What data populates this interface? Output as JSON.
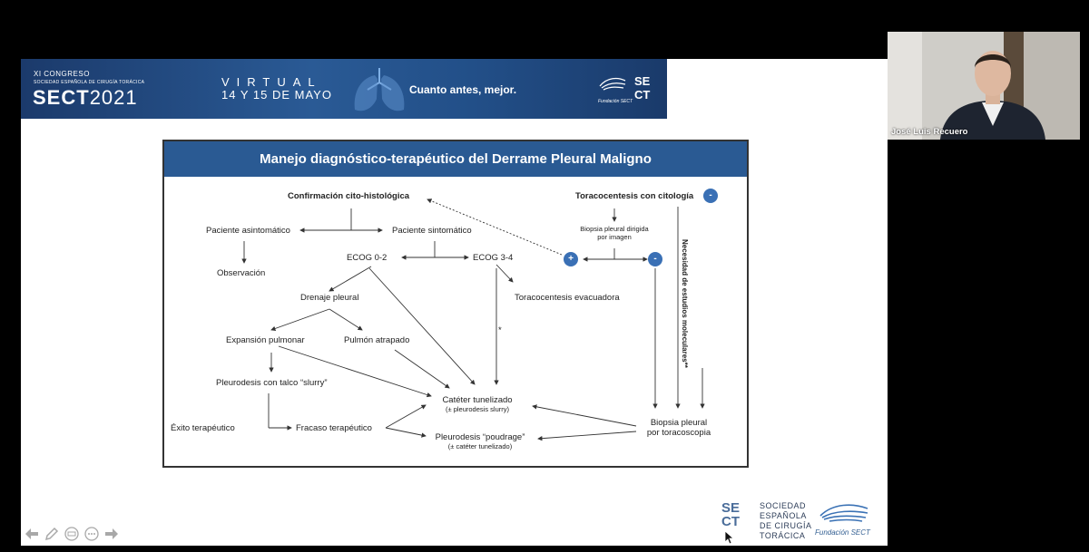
{
  "banner": {
    "line1": "XI CONGRESO",
    "line2": "SOCIEDAD ESPAÑOLA DE CIRUGÍA TORÁCICA",
    "sect": "SECT",
    "year": "2021",
    "virtual": "VIRTUAL",
    "dates": "14 Y 15 DE MAYO",
    "slogan": "Cuanto antes, mejor.",
    "logo_top": "SE",
    "logo_bottom": "CT",
    "fund": "Fundación SECT"
  },
  "figure": {
    "title": "Manejo diagnóstico-terapéutico del Derrame Pleural Maligno",
    "nodes": {
      "confirmacion": "Confirmación cito-histológica",
      "toracocentesis_citologia": "Toracocentesis con citología",
      "asintomatico": "Paciente asintomático",
      "sintomatico": "Paciente sintomático",
      "biopsia_dirigida_1": "Biopsia pleural dirigida",
      "biopsia_dirigida_2": "por imagen",
      "ecog02": "ECOG 0-2",
      "ecog34": "ECOG 3-4",
      "observacion": "Observación",
      "drenaje": "Drenaje pleural",
      "toracocentesis_evac": "Toracocentesis evacuadora",
      "expansion": "Expansión pulmonar",
      "atrapado": "Pulmón atrapado",
      "pleurodesis_talco": "Pleurodesis con talco “slurry”",
      "cateter": "Catéter tunelizado",
      "cateter_sub": "(± pleurodesis slurry)",
      "exito": "Éxito terapéutico",
      "fracaso": "Fracaso terapéutico",
      "poudrage": "Pleurodesis “poudrage”",
      "poudrage_sub": "(± catéter tunelizado)",
      "biopsia_toraco_1": "Biopsia pleural",
      "biopsia_toraco_2": "por toracoscopia",
      "moleculares": "Necesidad de estudios moleculares**",
      "asterisk": "*"
    },
    "circles": {
      "neg_top": "-",
      "pos": "+",
      "neg_mid": "-"
    }
  },
  "footer": {
    "mark_top": "SE",
    "mark_bottom": "CT",
    "org_1": "SOCIEDAD",
    "org_2": "ESPAÑOLA",
    "org_3": "DE CIRUGÍA",
    "org_4": "TORÁCICA",
    "fund": "Fundación SECT"
  },
  "toolbar": {
    "back": "back-arrow-icon",
    "pen": "pen-icon",
    "subtitles": "subtitles-icon",
    "more": "more-icon",
    "forward": "forward-arrow-icon"
  },
  "webcam": {
    "name": "José Luis Recuero"
  },
  "colors": {
    "banner": "#1f4578",
    "figure_header": "#2a5a93",
    "circle": "#3a70b5"
  }
}
